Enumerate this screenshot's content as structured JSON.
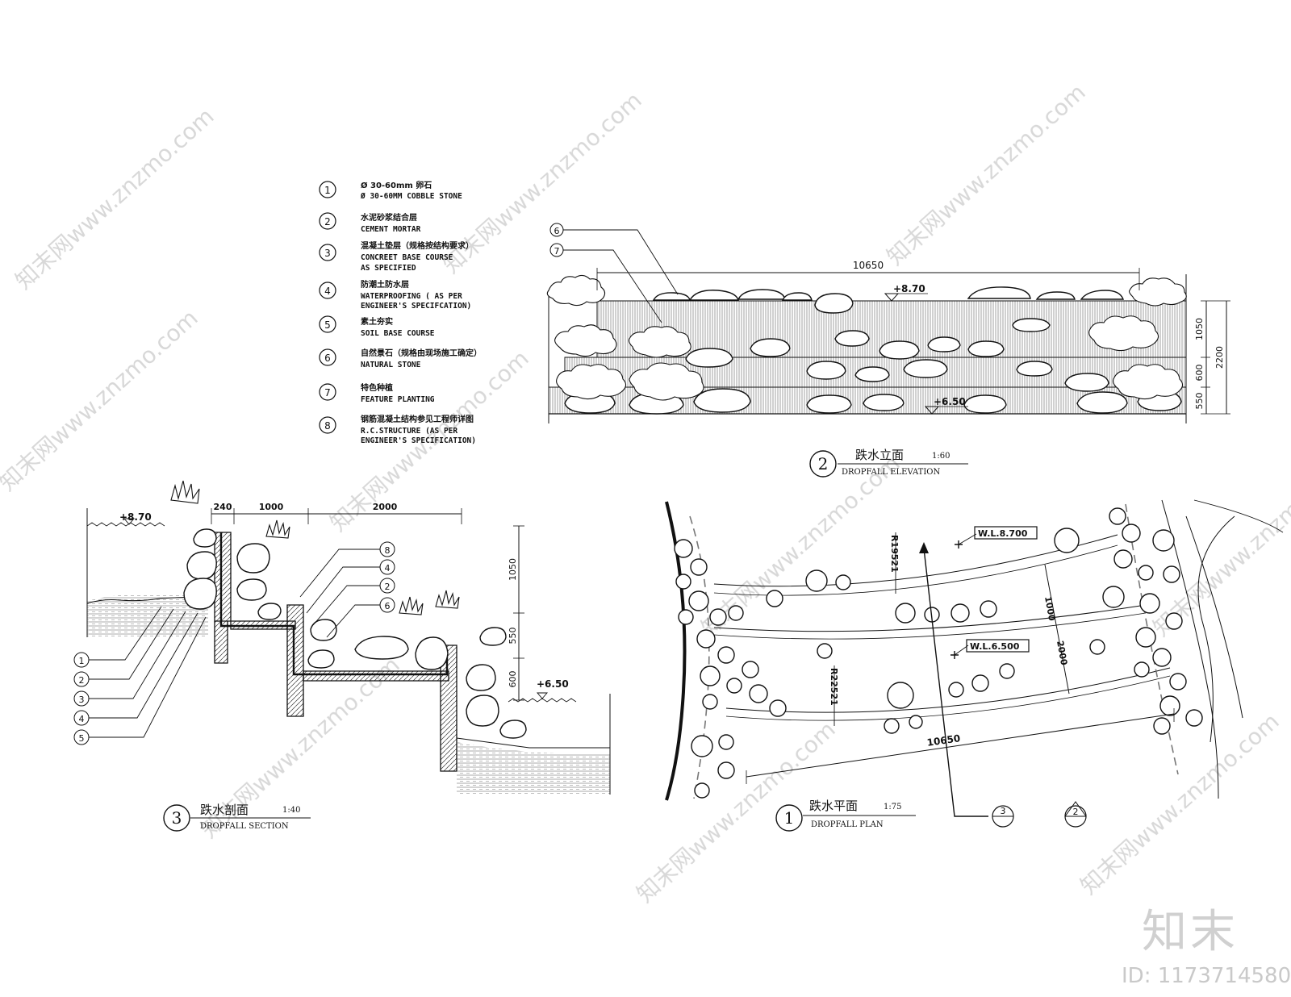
{
  "legend": [
    {
      "num": "1",
      "cn": "Ø 30-60mm 卵石",
      "en1": "Ø  30-60MM COBBLE STONE",
      "en2": ""
    },
    {
      "num": "2",
      "cn": "水泥砂浆结合层",
      "en1": "CEMENT  MORTAR",
      "en2": ""
    },
    {
      "num": "3",
      "cn": "混凝土垫层（规格按结构要求）",
      "en1": "CONCREET  BASE  COURSE",
      "en2": "AS  SPECIFIED"
    },
    {
      "num": "4",
      "cn": "防潮土防水层",
      "en1": "WATERPROOFING  ( AS   PER",
      "en2": "ENGINEER'S  SPECIFCATION)"
    },
    {
      "num": "5",
      "cn": "素土夯实",
      "en1": "SOIL  BASE  COURSE",
      "en2": ""
    },
    {
      "num": "6",
      "cn": "自然景石（规格由现场施工确定）",
      "en1": "NATURAL  STONE",
      "en2": ""
    },
    {
      "num": "7",
      "cn": "特色种植",
      "en1": "FEATURE  PLANTING",
      "en2": ""
    },
    {
      "num": "8",
      "cn": "钢筋混凝土结构参见工程师详图",
      "en1": "R.C.STRUCTURE  (AS  PER",
      "en2": "ENGINEER'S  SPECIFICATION)"
    }
  ],
  "elevation": {
    "width_dim": "10650",
    "level_top": "+8.70",
    "level_bottom": "+6.50",
    "dims_right": [
      "1050",
      "600",
      "550"
    ],
    "dim_total": "2200",
    "callouts": [
      "6",
      "7"
    ],
    "title_num": "2",
    "title_cn": "跌水立面",
    "title_scale": "1:60",
    "title_en": "DROPFALL ELEVATION"
  },
  "section": {
    "level_top": "+8.70",
    "level_bottom": "+6.50",
    "dims_top": [
      "240",
      "1000",
      "2000"
    ],
    "dims_right": [
      "1050",
      "550",
      "600"
    ],
    "callouts_left": [
      "1",
      "2",
      "3",
      "4",
      "5"
    ],
    "callouts_right": [
      "8",
      "4",
      "2",
      "6"
    ],
    "title_num": "3",
    "title_cn": "跌水剖面",
    "title_scale": "1:40",
    "title_en": "DROPFALL SECTION"
  },
  "plan": {
    "wl_top": "W.L.8.700",
    "wl_bottom": "W.L.6.500",
    "radius_top": "R19521",
    "radius_bottom": "R22521",
    "dims": [
      "1000",
      "2000"
    ],
    "length_dim": "10650",
    "section_marker": "3",
    "elevation_marker": "2",
    "title_num": "1",
    "title_cn": "跌水平面",
    "title_scale": "1:75",
    "title_en": "DROPFALL PLAN"
  },
  "watermarks": {
    "site": "知末网www.znzmo.com",
    "logo": "知末",
    "id_label": "ID: 1173714580"
  }
}
